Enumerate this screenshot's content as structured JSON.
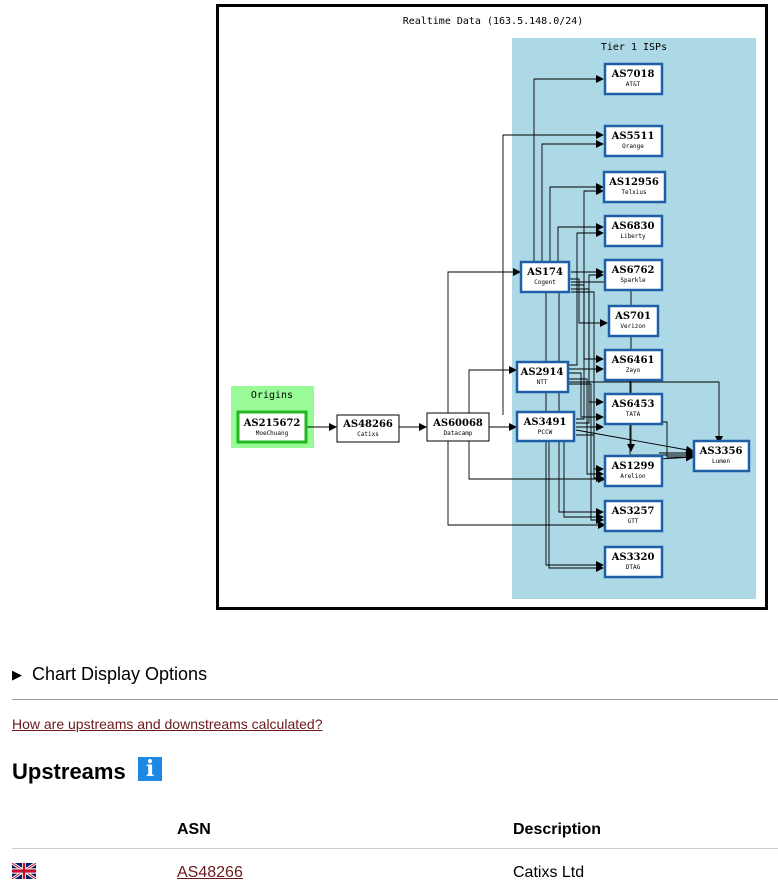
{
  "graph": {
    "title": "Realtime Data (163.5.148.0/24)",
    "clusters": {
      "origins": "Origins",
      "tier1": "Tier 1 ISPs"
    },
    "nodes": {
      "AS215672": {
        "asn": "AS215672",
        "name": "MoeChuang"
      },
      "AS48266": {
        "asn": "AS48266",
        "name": "Catixs"
      },
      "AS60068": {
        "asn": "AS60068",
        "name": "Datacamp"
      },
      "AS174": {
        "asn": "AS174",
        "name": "Cogent"
      },
      "AS2914": {
        "asn": "AS2914",
        "name": "NTT"
      },
      "AS3491": {
        "asn": "AS3491",
        "name": "PCCW"
      },
      "AS7018": {
        "asn": "AS7018",
        "name": "AT&T"
      },
      "AS5511": {
        "asn": "AS5511",
        "name": "Orange"
      },
      "AS12956": {
        "asn": "AS12956",
        "name": "Telxius"
      },
      "AS6830": {
        "asn": "AS6830",
        "name": "Liberty"
      },
      "AS6762": {
        "asn": "AS6762",
        "name": "Sparkle"
      },
      "AS701": {
        "asn": "AS701",
        "name": "Verizon"
      },
      "AS6461": {
        "asn": "AS6461",
        "name": "Zayo"
      },
      "AS6453": {
        "asn": "AS6453",
        "name": "TATA"
      },
      "AS1299": {
        "asn": "AS1299",
        "name": "Arelion"
      },
      "AS3257": {
        "asn": "AS3257",
        "name": "GTT"
      },
      "AS3320": {
        "asn": "AS3320",
        "name": "DTAG"
      },
      "AS3356": {
        "asn": "AS3356",
        "name": "Lumen"
      }
    }
  },
  "options": {
    "label": "Chart Display Options"
  },
  "help_link": "How are upstreams and downstreams calculated?",
  "upstreams": {
    "title": "Upstreams",
    "info_icon": "info-icon",
    "columns": {
      "asn": "ASN",
      "description": "Description"
    },
    "rows": [
      {
        "flag": "uk-flag-icon",
        "asn": "AS48266",
        "description": "Catixs Ltd"
      }
    ]
  },
  "colors": {
    "tier1_bg": "#add8e6",
    "origins_bg": "#98fb98",
    "node_border": "#1f5fa8",
    "origin_border": "#22b822",
    "link": "#6a1a1a",
    "info": "#1e88e5"
  }
}
